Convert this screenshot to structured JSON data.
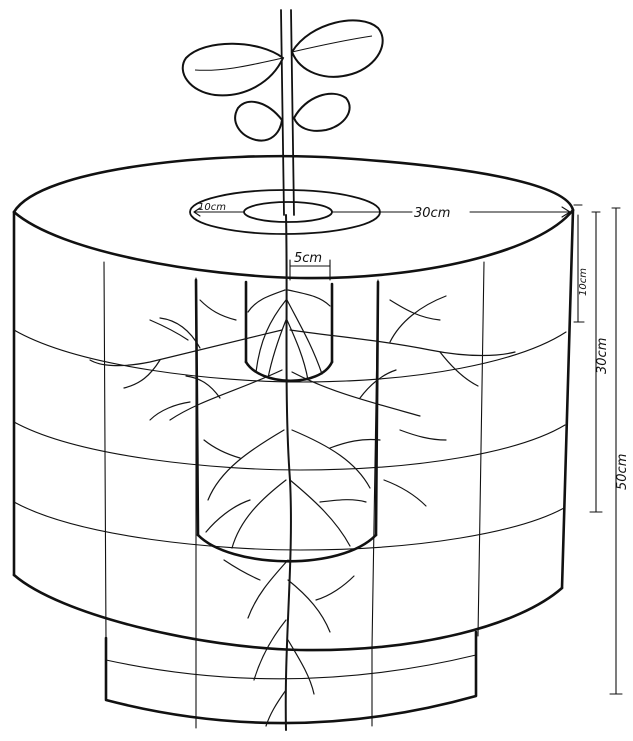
{
  "labels": {
    "inner_diameter": "10cm",
    "outer_radius": "30cm",
    "core_diameter": "5cm",
    "depth_10": "10cm",
    "depth_30": "30cm",
    "depth_50": "50cm"
  }
}
